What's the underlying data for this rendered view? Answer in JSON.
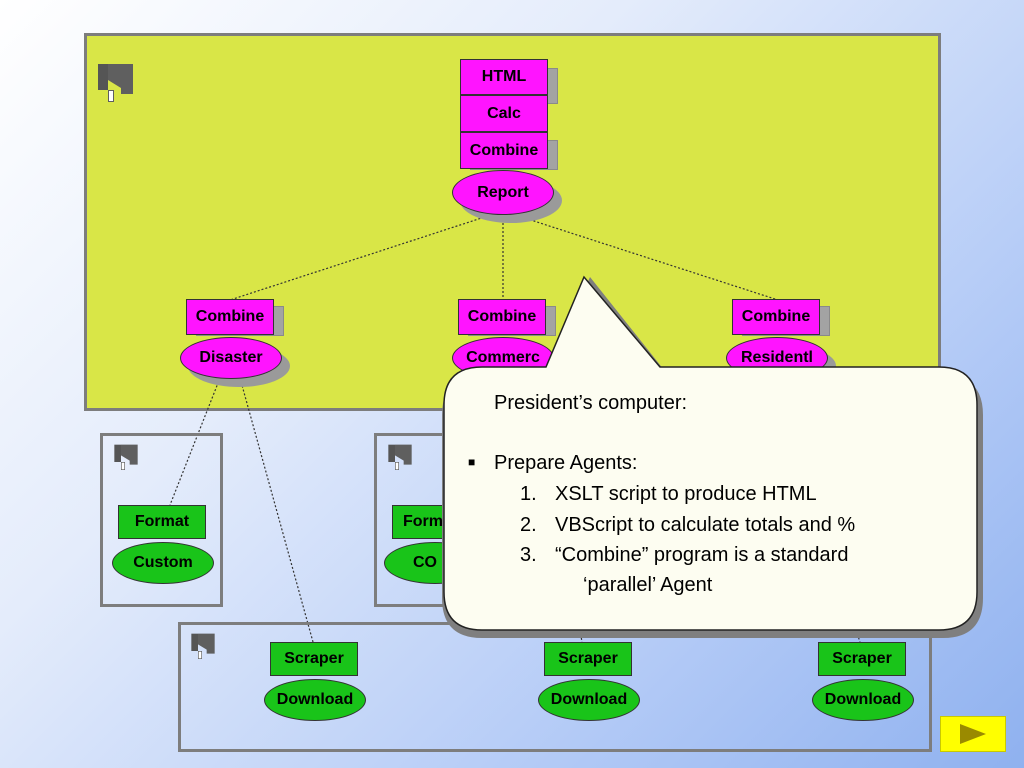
{
  "report_group": {
    "stack": [
      "HTML",
      "Calc",
      "Combine"
    ],
    "agent": "Report"
  },
  "middle_agents": [
    {
      "combine": "Combine",
      "agent": "Disaster"
    },
    {
      "combine": "Combine",
      "agent": "Commerc"
    },
    {
      "combine": "Combine",
      "agent": "Residentl"
    }
  ],
  "format_agents": [
    {
      "label": "Format",
      "agent": "Custom"
    },
    {
      "label": "Form",
      "agent": "CO"
    }
  ],
  "scrapers": [
    {
      "label": "Scraper",
      "agent": "Download"
    },
    {
      "label": "Scraper",
      "agent": "Download"
    },
    {
      "label": "Scraper",
      "agent": "Download"
    }
  ],
  "callout": {
    "title": "President’s computer:",
    "bullet": "Prepare Agents:",
    "items": [
      {
        "num": "1.",
        "text": "XSLT script to produce HTML"
      },
      {
        "num": "2.",
        "text": "VBScript to calculate totals and %"
      },
      {
        "num": "3.",
        "text": "“Combine” program is a standard"
      }
    ],
    "continuation": "‘parallel’ Agent"
  },
  "colors": {
    "lime_panel": "#d9e647",
    "magenta": "#ff14ff",
    "green": "#19c419",
    "nav_button": "#ffff00"
  },
  "icons": {
    "computer_node": "computer-node-icon",
    "next": "play-arrow-icon"
  }
}
